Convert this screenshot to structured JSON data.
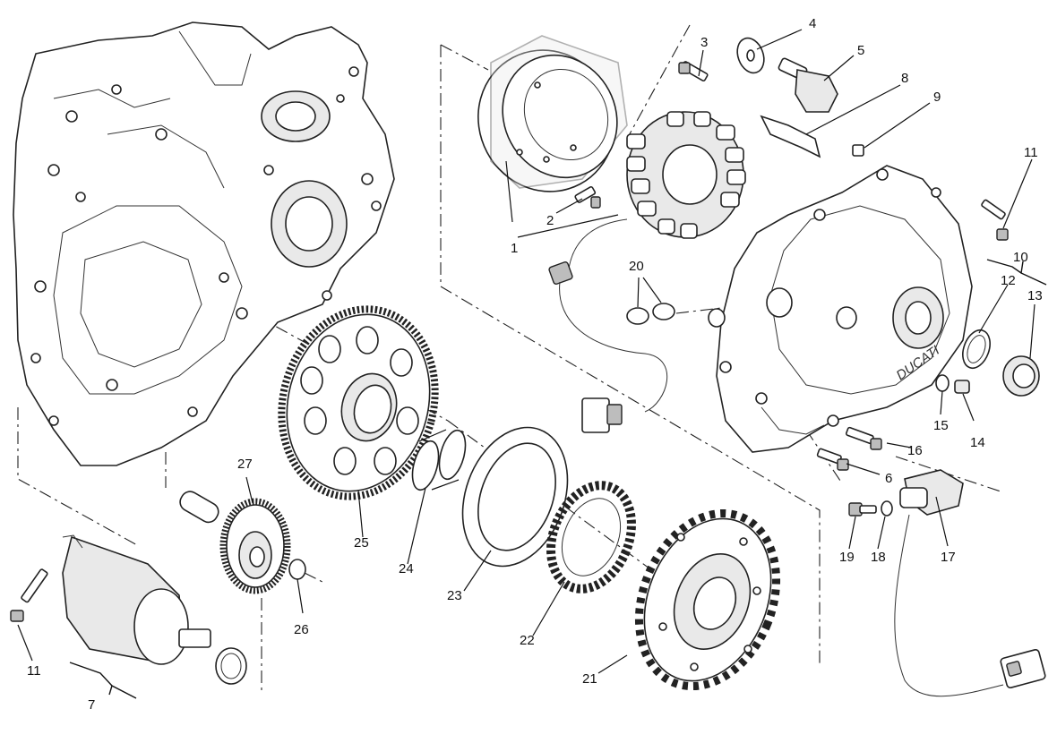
{
  "callouts": {
    "c1": "1",
    "c2": "2",
    "c3": "3",
    "c4": "4",
    "c5": "5",
    "c6": "6",
    "c7": "7",
    "c8": "8",
    "c9": "9",
    "c10": "10",
    "c11a": "11",
    "c11b": "11",
    "c12": "12",
    "c13": "13",
    "c14": "14",
    "c15": "15",
    "c16": "16",
    "c17": "17",
    "c18": "18",
    "c19": "19",
    "c20": "20",
    "c21": "21",
    "c22": "22",
    "c23": "23",
    "c24": "24",
    "c25": "25",
    "c26": "26",
    "c27": "27"
  },
  "cover": {
    "logo_text": "DUCATI"
  }
}
